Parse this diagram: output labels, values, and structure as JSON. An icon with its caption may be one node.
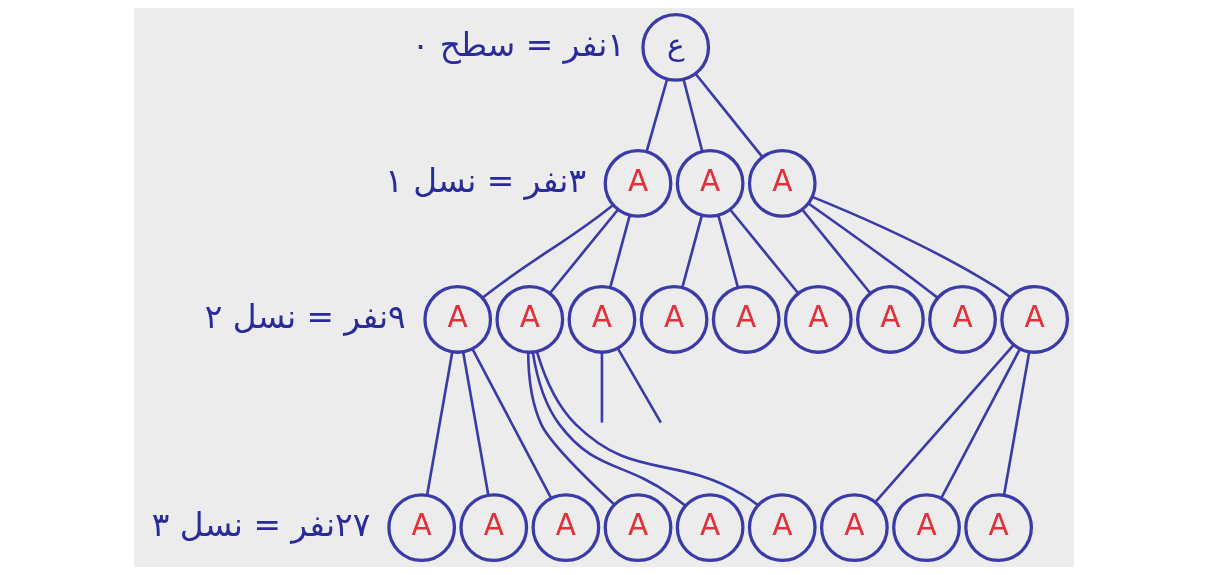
{
  "diagram": {
    "nodes": [
      {
        "text": [
          "ع"
        ]
      },
      {
        "text": [
          "A"
        ]
      },
      {
        "text": [
          "A"
        ]
      },
      {
        "text": [
          "A"
        ]
      },
      {
        "text": [
          "A"
        ]
      },
      {
        "text": [
          "A"
        ]
      },
      {
        "text": [
          "A"
        ]
      },
      {
        "text": [
          "A"
        ]
      },
      {
        "text": [
          "A"
        ]
      },
      {
        "text": [
          "A"
        ]
      },
      {
        "text": [
          "A"
        ]
      },
      {
        "text": [
          "A"
        ]
      },
      {
        "text": [
          "A"
        ]
      },
      {
        "text": [
          "A"
        ]
      },
      {
        "text": [
          "A"
        ]
      },
      {
        "text": [
          "A"
        ]
      },
      {
        "text": [
          "A"
        ]
      },
      {
        "text": [
          "A"
        ]
      },
      {
        "text": [
          "A"
        ]
      },
      {
        "text": [
          "A"
        ]
      },
      {
        "text": [
          "A"
        ]
      },
      {
        "text": [
          "A"
        ]
      }
    ],
    "edges": [
      {
        "from": 0,
        "to": 1,
        "arrow": "none"
      },
      {
        "from": 0,
        "to": 2,
        "arrow": "none"
      },
      {
        "from": 0,
        "to": 3,
        "arrow": "none"
      },
      {
        "from": 1,
        "to": 4,
        "arrow": "none"
      },
      {
        "from": 1,
        "to": 5,
        "arrow": "none"
      },
      {
        "from": 1,
        "to": 6,
        "arrow": "none"
      },
      {
        "from": 2,
        "to": 7,
        "arrow": "none"
      },
      {
        "from": 2,
        "to": 8,
        "arrow": "none"
      },
      {
        "from": 2,
        "to": 9,
        "arrow": "none"
      },
      {
        "from": 3,
        "to": 10,
        "arrow": "none"
      },
      {
        "from": 3,
        "to": 11,
        "arrow": "none"
      },
      {
        "from": 3,
        "to": 12,
        "arrow": "none"
      },
      {
        "from": 4,
        "to": 13,
        "arrow": "none"
      },
      {
        "from": 4,
        "to": 14,
        "arrow": "none"
      },
      {
        "from": 4,
        "to": 15,
        "arrow": "none"
      },
      {
        "from": 5,
        "to": 16,
        "arrow": "none"
      },
      {
        "from": 5,
        "to": 17,
        "arrow": "none"
      },
      {
        "from": 5,
        "to": 18,
        "arrow": "none"
      },
      {
        "from": 6,
        "to": null,
        "arrow": "none"
      },
      {
        "from": 6,
        "to": null,
        "arrow": "none"
      },
      {
        "from": 12,
        "to": 19,
        "arrow": "none"
      },
      {
        "from": 12,
        "to": 20,
        "arrow": "none"
      },
      {
        "from": 12,
        "to": 21,
        "arrow": "none"
      }
    ],
    "labels": [
      "۱نفر = سطح ۰",
      "۳نفر = نسل ۱",
      "۹نفر = نسل ۲",
      "۲۷نفر = نسل ۳"
    ]
  }
}
